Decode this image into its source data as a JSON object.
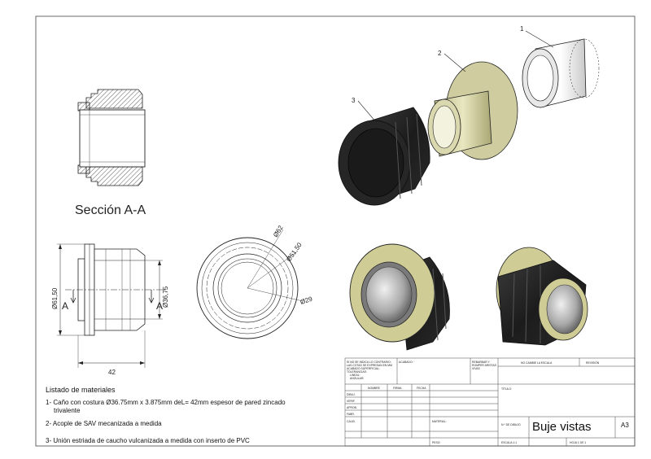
{
  "section": {
    "title": "Sección A-A",
    "cut_label": "A"
  },
  "dimensions": {
    "height": "Ø61,50",
    "bore": "Ø36,75",
    "length": "42",
    "outer": "Ø62",
    "flange": "Ø51,50",
    "inner": "Ø29"
  },
  "balloons": [
    "1",
    "2",
    "3"
  ],
  "bom": {
    "title": "Listado de materiales",
    "items": [
      "1- Caño con costura  Ø36.75mm x 3.875mm deL= 42mm espesor de pared zincado",
      "trivalente",
      "2- Acople de SAV mecanizada a medida",
      "3- Unión estriada de caucho vulcanizada a medida con inserto de PVC"
    ]
  },
  "title_block": {
    "notes": [
      "SI NO SE INDICA LO CONTRARIO:",
      "LAS COTAS SE EXPRESAN EN MM",
      "ACABADO SUPERFICIAL:",
      "TOLERANCIAS:",
      "LINEAL:",
      "ANGULAR:"
    ],
    "acabado": "ACABADO:",
    "rebarbar": [
      "REBARBAR Y",
      "ROMPER ARISTAS",
      "VIVAS"
    ],
    "no_cambie": "NO CAMBIE LA ESCALA",
    "revision": "REVISIÓN",
    "headers": [
      "NOMBRE",
      "FIRMA",
      "FECHA"
    ],
    "rows": [
      "DIBUJ.",
      "VERIF.",
      "APROB.",
      "FABR.",
      "CALID."
    ],
    "titulo": "TÍTULO:",
    "material": "MATERIAL:",
    "n_dibujo": "N.º DE DIBUJO",
    "drawing_title": "Buje vistas",
    "size": "A3",
    "peso": "PESO:",
    "escala": "ESCALA:1:1",
    "hoja": "HOJA 1 DE 1"
  }
}
